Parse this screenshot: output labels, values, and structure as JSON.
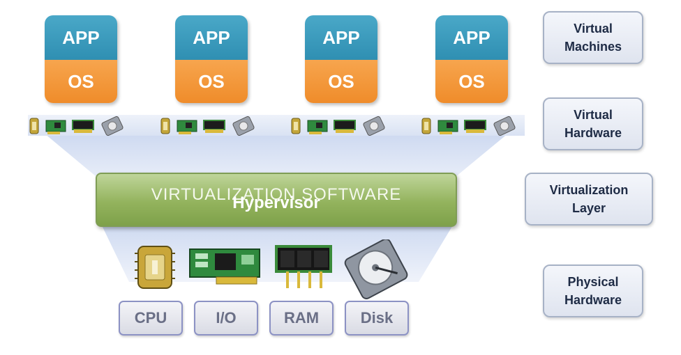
{
  "vms": [
    {
      "app": "APP",
      "os": "OS"
    },
    {
      "app": "APP",
      "os": "OS"
    },
    {
      "app": "APP",
      "os": "OS"
    },
    {
      "app": "APP",
      "os": "OS"
    }
  ],
  "hypervisor": {
    "line1": "VIRTUALIZATION SOFTWARE",
    "line2": "Hypervisor"
  },
  "layers": [
    {
      "line1": "Virtual",
      "line2": "Machines"
    },
    {
      "line1": "Virtual",
      "line2": "Hardware"
    },
    {
      "line1": "Virtualization",
      "line2": "Layer"
    },
    {
      "line1": "Physical",
      "line2": "Hardware"
    }
  ],
  "hardware": [
    "CPU",
    "I/O",
    "RAM",
    "Disk"
  ],
  "icons": {
    "virtual_set": [
      "cpu-icon",
      "io-card-icon",
      "ram-icon",
      "disk-icon"
    ],
    "physical_set": [
      "cpu-icon",
      "io-card-icon",
      "ram-icon",
      "disk-icon"
    ]
  },
  "colors": {
    "app": "#2f8fb2",
    "os": "#ef8c2a",
    "hypervisor": "#93b35d",
    "layer_text": "#1e2b45"
  }
}
